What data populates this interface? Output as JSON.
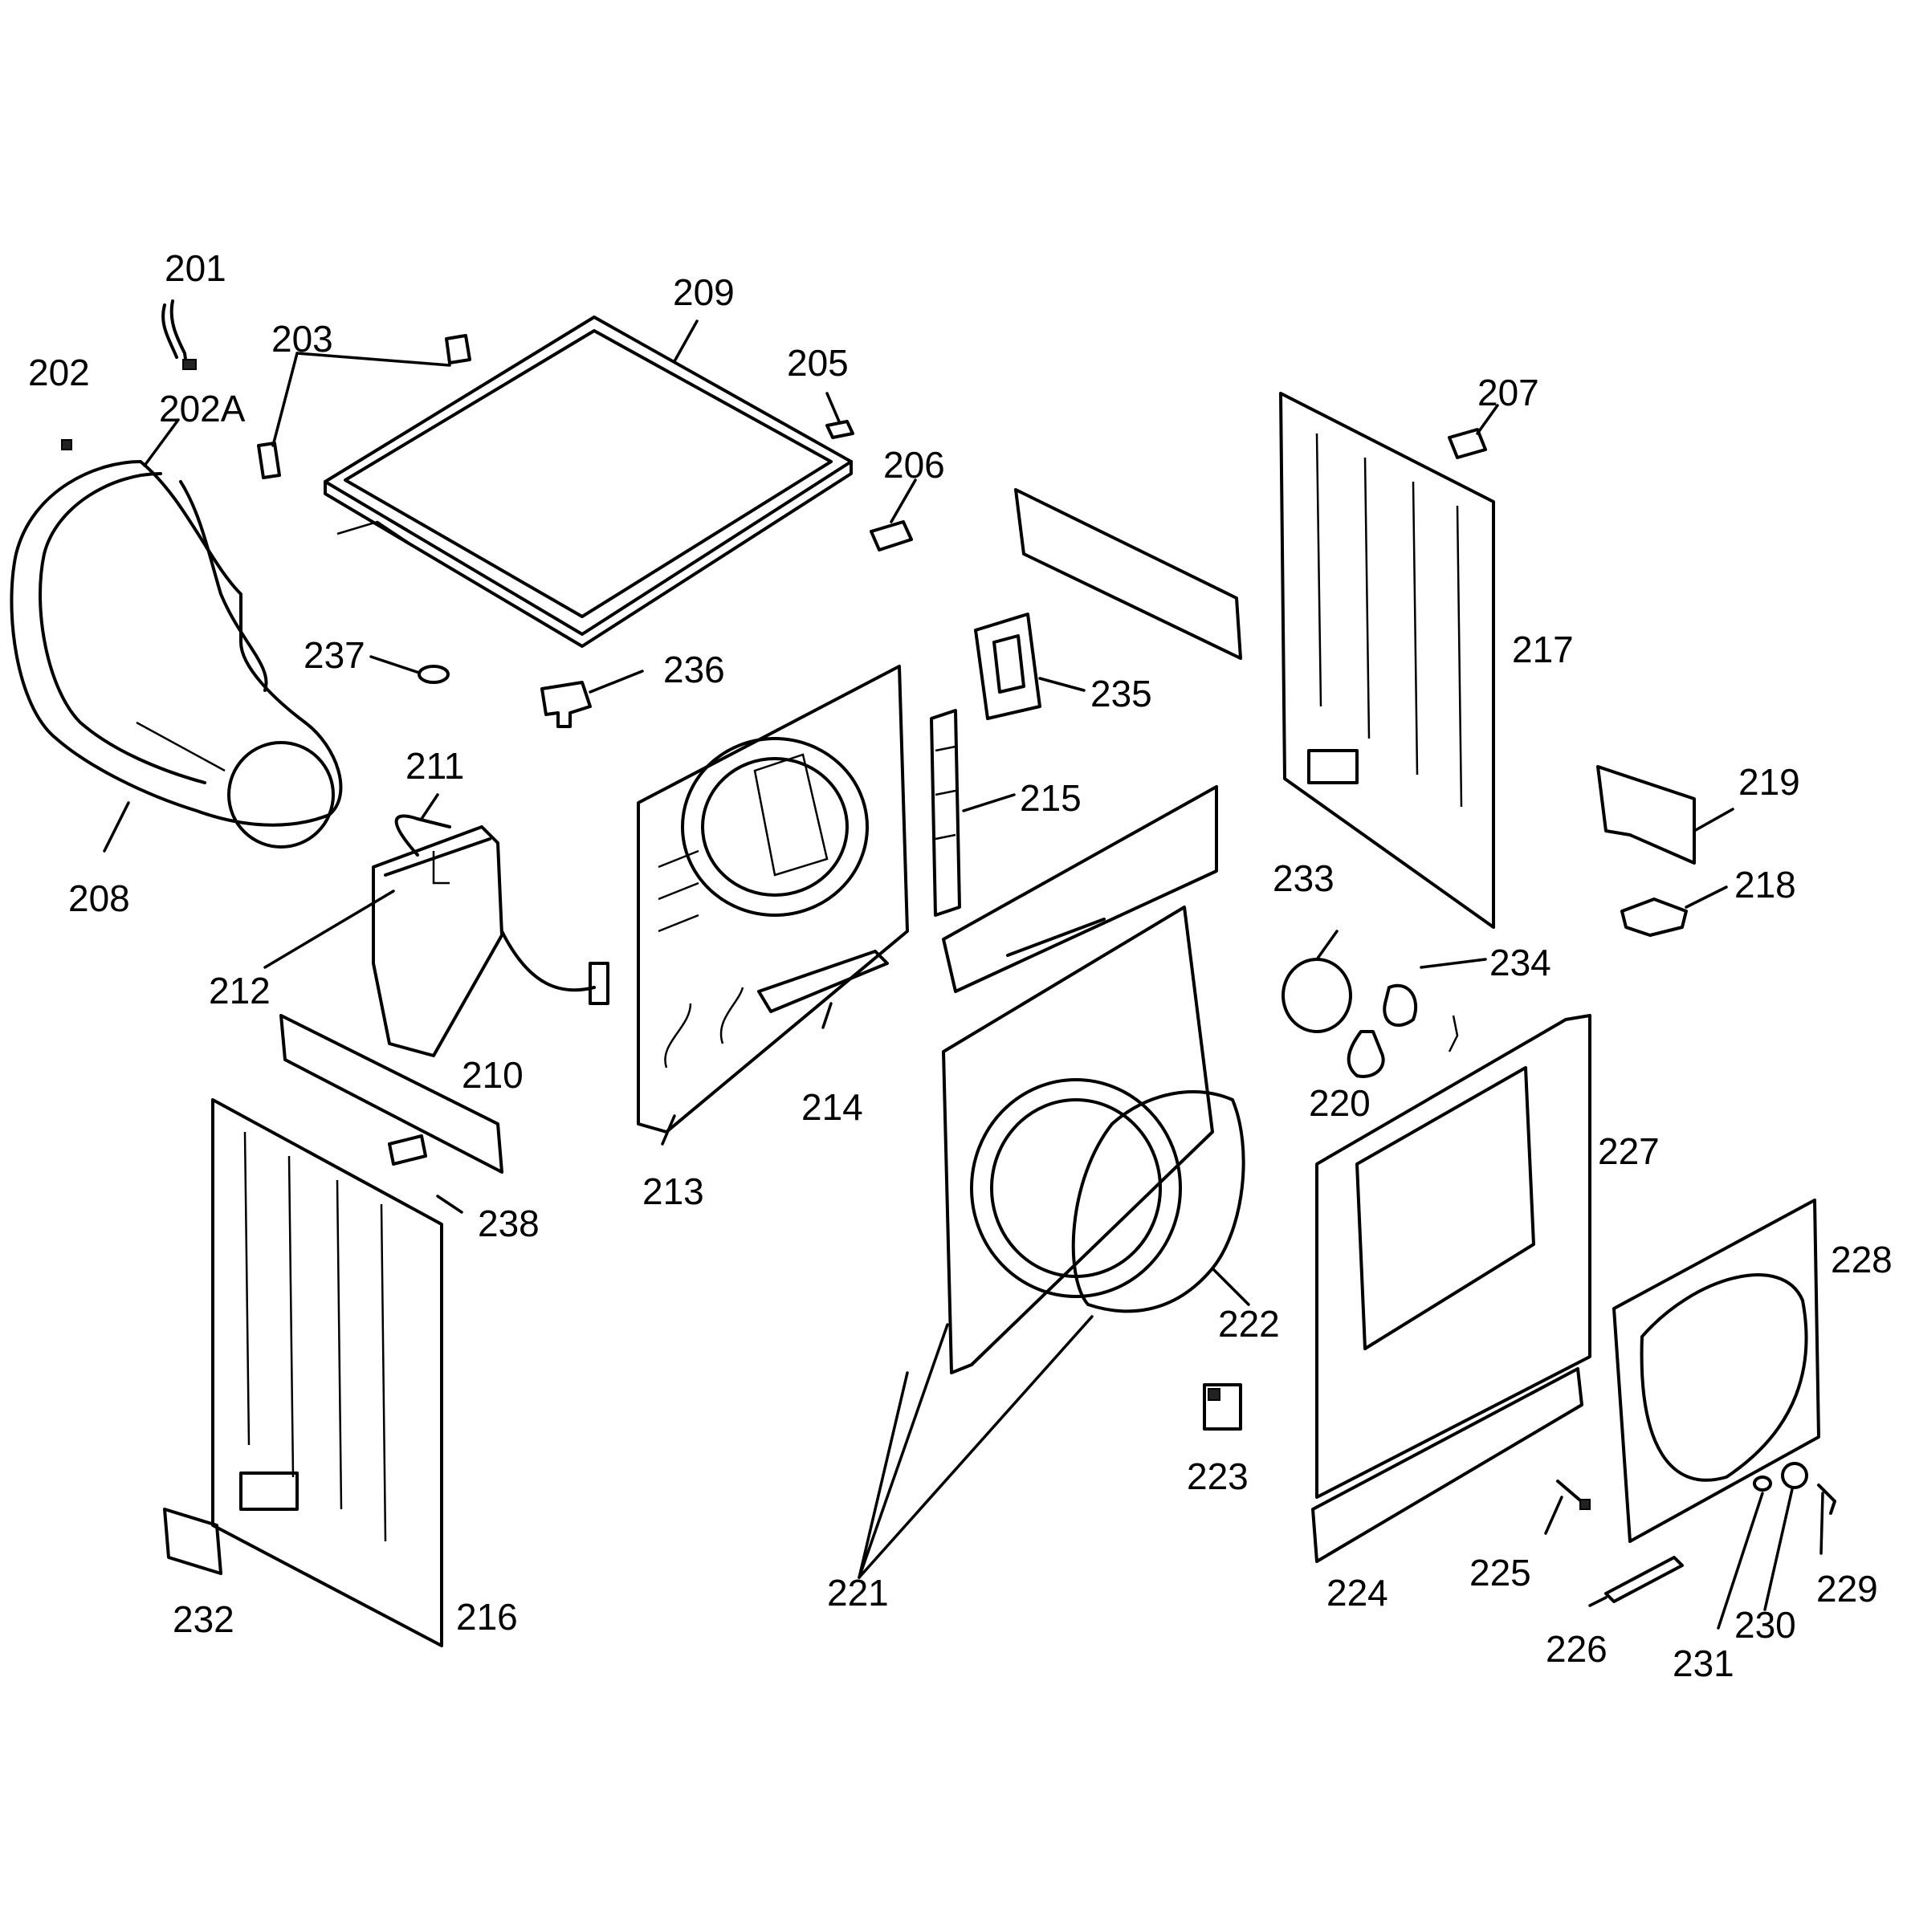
{
  "diagram": {
    "labels": {
      "p201": "201",
      "p202": "202",
      "p202A": "202A",
      "p203": "203",
      "p205": "205",
      "p206": "206",
      "p207": "207",
      "p208": "208",
      "p209": "209",
      "p210": "210",
      "p211": "211",
      "p212": "212",
      "p213": "213",
      "p214": "214",
      "p215": "215",
      "p216": "216",
      "p217": "217",
      "p218": "218",
      "p219": "219",
      "p220": "220",
      "p221": "221",
      "p222": "222",
      "p223": "223",
      "p224": "224",
      "p225": "225",
      "p226": "226",
      "p227": "227",
      "p228": "228",
      "p229": "229",
      "p230": "230",
      "p231": "231",
      "p232": "232",
      "p233": "233",
      "p234": "234",
      "p235": "235",
      "p236": "236",
      "p237": "237",
      "p238": "238"
    }
  }
}
